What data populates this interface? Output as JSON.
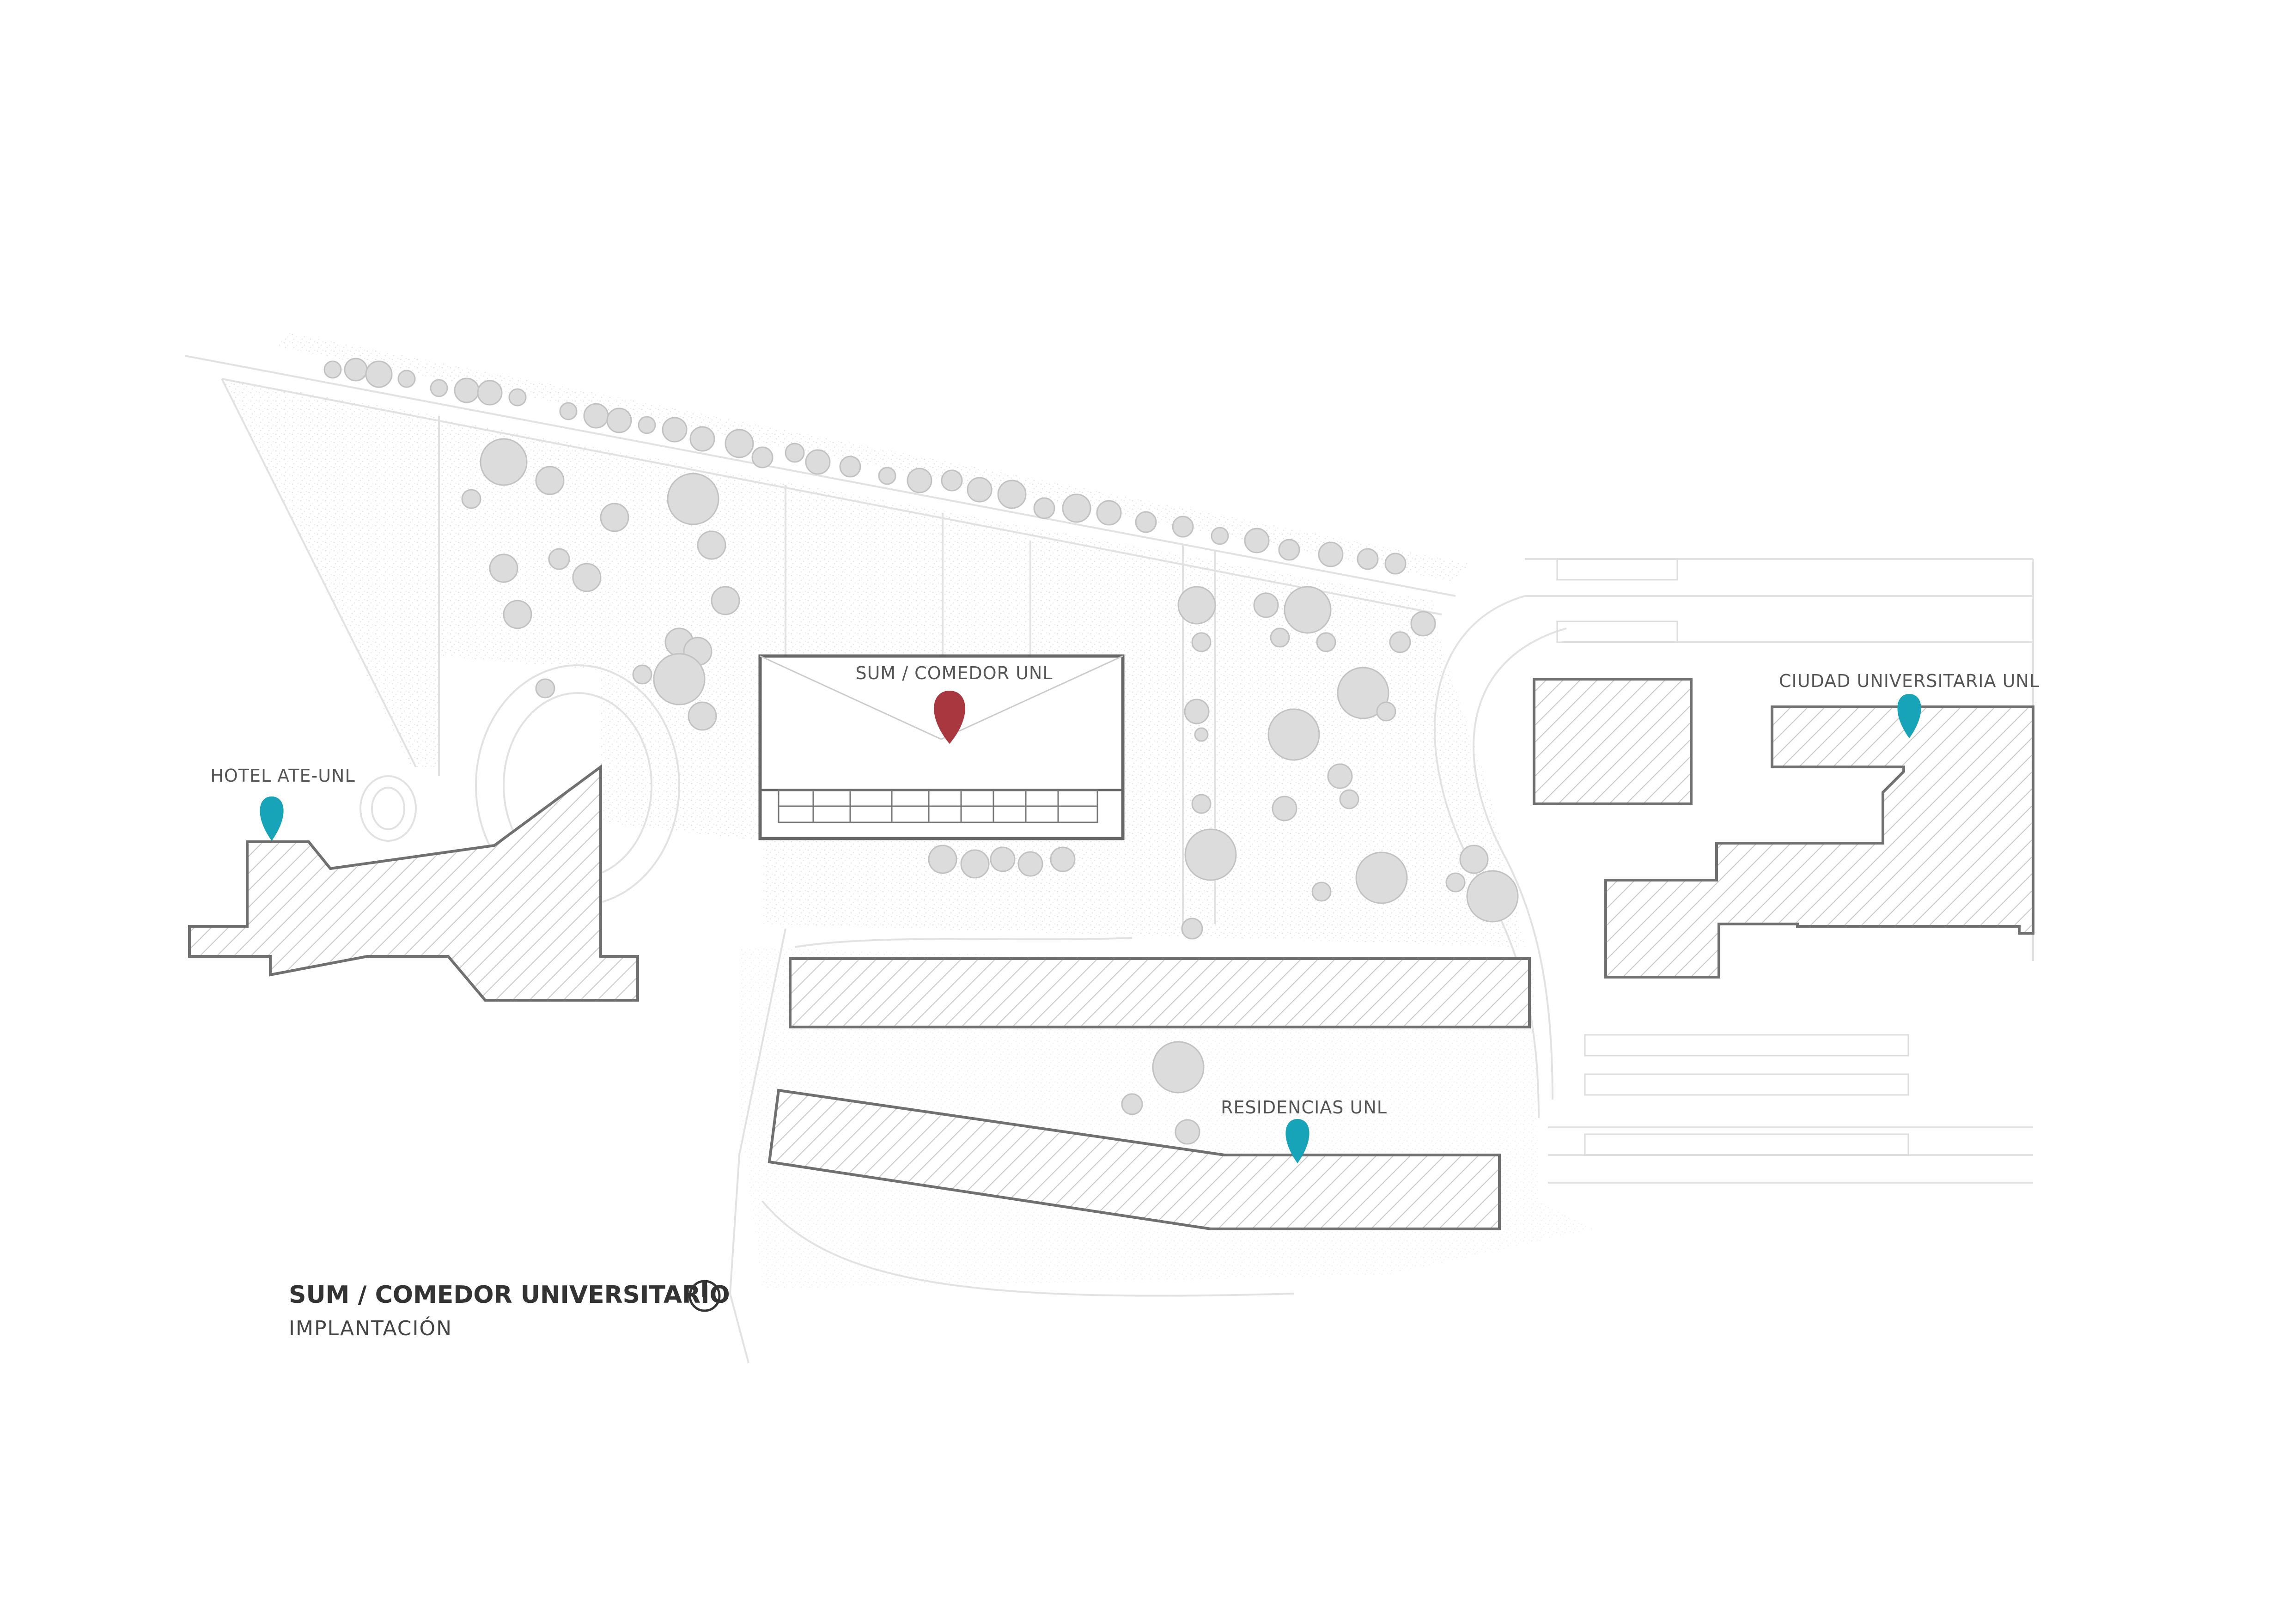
{
  "colors": {
    "accent_marker": "#a8373f",
    "location_marker": "#17a3b8",
    "building_outline": "#707070",
    "ghost_lines": "#e2e2e2"
  },
  "labels": {
    "sum_comedor": "SUM / COMEDOR UNL",
    "hotel": "HOTEL ATE-UNL",
    "ciudad": "CIUDAD UNIVERSITARIA UNL",
    "residencias": "RESIDENCIAS UNL"
  },
  "title": {
    "main": "SUM / COMEDOR UNIVERSITARIO",
    "sub": "IMPLANTACIÓN",
    "north_icon": "north-arrow-icon"
  },
  "icons": {
    "primary_marker": "map-pin-icon",
    "secondary_marker": "map-pin-icon"
  }
}
